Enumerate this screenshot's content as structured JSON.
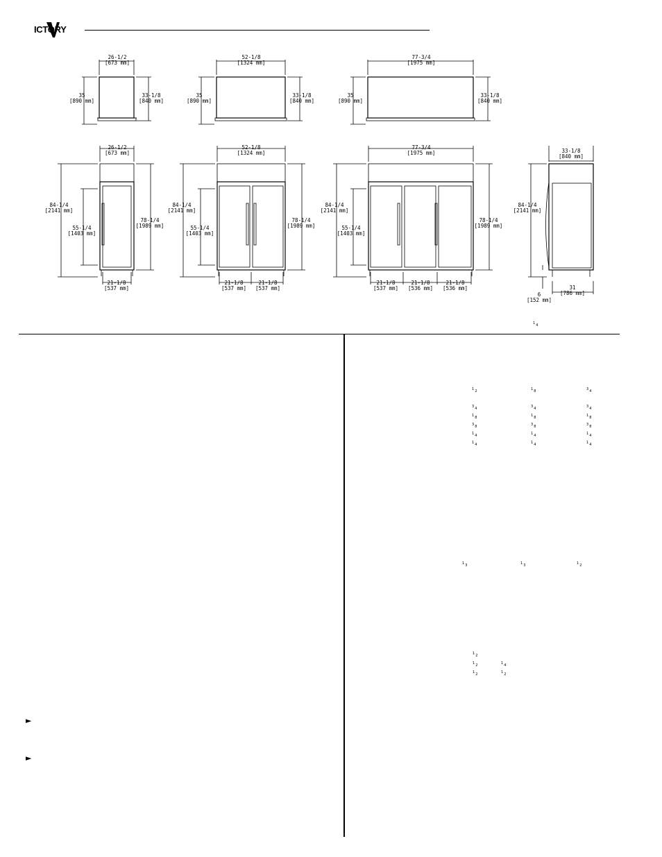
{
  "brand": {
    "name": "ICTORY",
    "logo": "victory-v-logo"
  },
  "views": {
    "top": [
      {
        "id": "top1",
        "width_label": "26-1/2",
        "width_mm": "[673 mm]",
        "left_label": "35",
        "left_mm": "[890 mm]",
        "right_label": "33-1/8",
        "right_mm": "[840 mm]"
      },
      {
        "id": "top2",
        "width_label": "52-1/8",
        "width_mm": "[1324 mm]",
        "left_label": "35",
        "left_mm": "[890 mm]",
        "right_label": "33-1/8",
        "right_mm": "[840 mm]"
      },
      {
        "id": "top3",
        "width_label": "77-3/4",
        "width_mm": "[1975 mm]",
        "left_label": "35",
        "left_mm": "[890 mm]",
        "right_label": "33-1/8",
        "right_mm": "[840 mm]"
      }
    ],
    "front": [
      {
        "id": "front1",
        "width_label": "26-1/2",
        "width_mm": "[673 mm]",
        "height_label": "84-1/4",
        "height_mm": "[2141 mm]",
        "door_label": "55-1/4",
        "door_mm": "[1403 mm]",
        "right_label": "78-1/4",
        "right_mm": "[1989 mm]",
        "bottom": [
          {
            "label": "21-1/8",
            "mm": "[537 mm]"
          }
        ]
      },
      {
        "id": "front2",
        "width_label": "52-1/8",
        "width_mm": "[1324 mm]",
        "height_label": "84-1/4",
        "height_mm": "[2141 mm]",
        "door_label": "55-1/4",
        "door_mm": "[1403 mm]",
        "right_label": "78-1/4",
        "right_mm": "[1989 mm]",
        "bottom": [
          {
            "label": "21-1/8",
            "mm": "[537 mm]"
          },
          {
            "label": "21-1/8",
            "mm": "[537 mm]"
          }
        ]
      },
      {
        "id": "front3",
        "width_label": "77-3/4",
        "width_mm": "[1975 mm]",
        "height_label": "84-1/4",
        "height_mm": "[2141 mm]",
        "door_label": "55-1/4",
        "door_mm": "[1403 mm]",
        "right_label": "78-1/4",
        "right_mm": "[1989 mm]",
        "bottom": [
          {
            "label": "21-1/8",
            "mm": "[537 mm]"
          },
          {
            "label": "21-1/8",
            "mm": "[536 mm]"
          },
          {
            "label": "21-1/8",
            "mm": "[536 mm]"
          }
        ]
      }
    ],
    "side": {
      "width_label": "33-1/8",
      "width_mm": "[840 mm]",
      "height_label": "84-1/4",
      "height_mm": "[2141 mm]",
      "leg_label": "6",
      "leg_mm": "[152 mm]",
      "depth_label": "31",
      "depth_mm": "[786 mm]"
    }
  },
  "fractions": {
    "caption": {
      "num": "1",
      "den": "4"
    },
    "table_a": [
      [
        {
          "num": "1",
          "den": "2"
        },
        {
          "num": "1",
          "den": "8"
        },
        {
          "num": "3",
          "den": "4"
        }
      ],
      [
        {
          "num": "3",
          "den": "4"
        },
        {
          "num": "3",
          "den": "4"
        },
        {
          "num": "3",
          "den": "4"
        }
      ],
      [
        {
          "num": "1",
          "den": "8"
        },
        {
          "num": "1",
          "den": "8"
        },
        {
          "num": "1",
          "den": "8"
        }
      ],
      [
        {
          "num": "3",
          "den": "8"
        },
        {
          "num": "3",
          "den": "8"
        },
        {
          "num": "3",
          "den": "8"
        }
      ],
      [
        {
          "num": "1",
          "den": "4"
        },
        {
          "num": "1",
          "den": "4"
        },
        {
          "num": "1",
          "den": "4"
        }
      ],
      [
        {
          "num": "1",
          "den": "4"
        },
        {
          "num": "1",
          "den": "4"
        },
        {
          "num": "1",
          "den": "4"
        }
      ]
    ],
    "table_b": [
      {
        "num": "1",
        "den": "3"
      },
      {
        "num": "1",
        "den": "3"
      },
      {
        "num": "1",
        "den": "2"
      }
    ],
    "table_c": [
      [
        {
          "num": "1",
          "den": "2"
        }
      ],
      [
        {
          "num": "1",
          "den": "2"
        },
        {
          "num": "1",
          "den": "4"
        }
      ],
      [
        {
          "num": "1",
          "den": "2"
        },
        {
          "num": "1",
          "den": "2"
        }
      ]
    ]
  },
  "bullets": [
    "►",
    "►"
  ]
}
